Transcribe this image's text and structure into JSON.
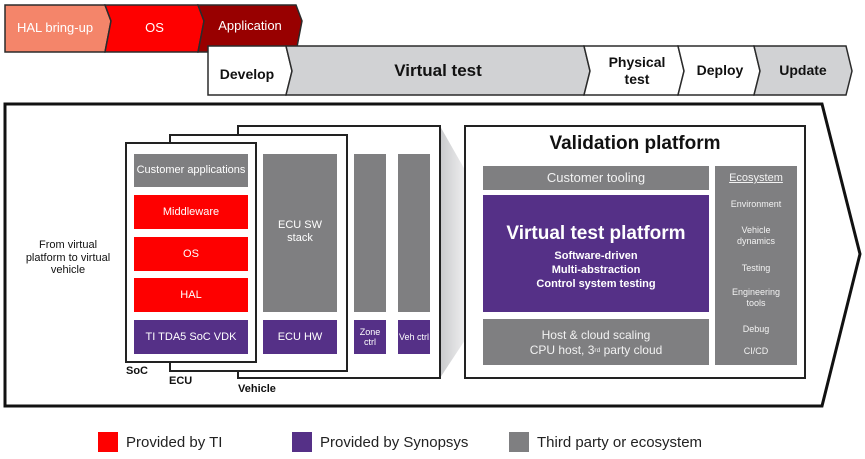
{
  "top_phases": [
    {
      "label": "HAL bring-up",
      "color": "#f4856a"
    },
    {
      "label": "OS",
      "color": "#fe0000"
    },
    {
      "label": "Application",
      "color": "#980000"
    }
  ],
  "lifecycle_phases": [
    {
      "label": "Develop",
      "color": "#ffffff"
    },
    {
      "label": "Virtual test",
      "color": "#d1d2d4"
    },
    {
      "label": "Physical test",
      "color": "#ffffff"
    },
    {
      "label": "Deploy",
      "color": "#ffffff"
    },
    {
      "label": "Update",
      "color": "#d1d2d4"
    }
  ],
  "left_caption": "From virtual platform to virtual vehicle",
  "soc": {
    "frame_label": "SoC",
    "layers": [
      {
        "label": "Customer applications",
        "provider": "third-party"
      },
      {
        "label": "Middleware",
        "provider": "ti"
      },
      {
        "label": "OS",
        "provider": "ti"
      },
      {
        "label": "HAL",
        "provider": "ti"
      },
      {
        "label": "TI TDA5 SoC VDK",
        "provider": "synopsys"
      }
    ]
  },
  "ecu": {
    "frame_label": "ECU",
    "sw_stack": "ECU SW stack",
    "hw": "ECU HW"
  },
  "vehicle": {
    "frame_label": "Vehicle",
    "zone_ctrl": "Zone ctrl",
    "veh_ctrl": "Veh ctrl"
  },
  "validation_platform": {
    "title": "Validation platform",
    "customer_tooling": "Customer tooling",
    "vtp_title": "Virtual test platform",
    "vtp_lines": [
      "Software-driven",
      "Multi-abstraction",
      "Control system testing"
    ],
    "host_line1": "Host & cloud scaling",
    "host_line2_pre": "CPU host, 3",
    "host_line2_sup": "rd",
    "host_line2_post": " party cloud",
    "ecosystem": {
      "title": "Ecosystem",
      "items": [
        "Environment",
        "Vehicle dynamics",
        "Testing",
        "Engineering tools",
        "Debug",
        "CI/CD"
      ]
    }
  },
  "legend": [
    {
      "label": "Provided by TI",
      "color": "#fe0000"
    },
    {
      "label": "Provided by Synopsys",
      "color": "#553087"
    },
    {
      "label": "Third party or ecosystem",
      "color": "#7f7f81"
    }
  ]
}
